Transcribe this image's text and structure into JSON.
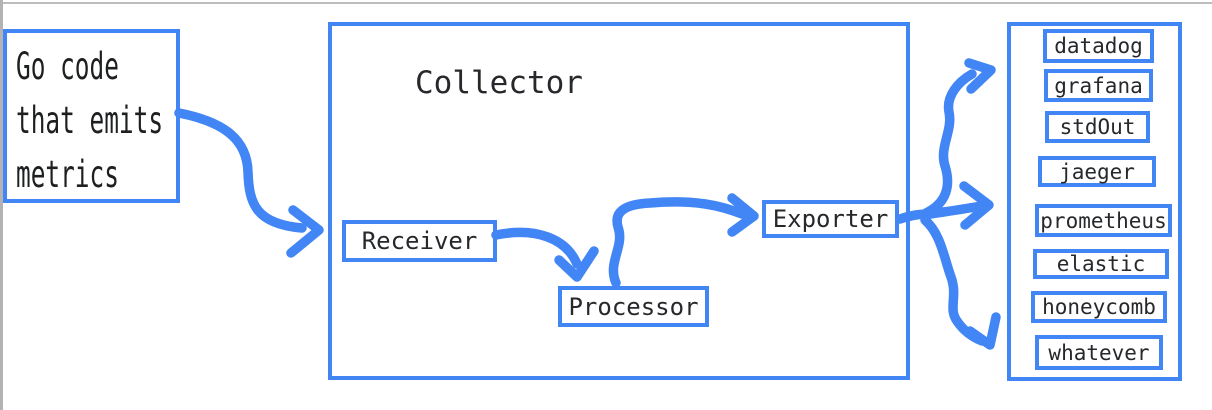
{
  "diagram": {
    "source_box": {
      "lines": [
        "Go code",
        "that emits",
        "metrics"
      ]
    },
    "collector": {
      "title": "Collector",
      "stages": [
        "Receiver",
        "Processor",
        "Exporter"
      ]
    },
    "destinations": [
      "datadog",
      "grafana",
      "stdOut",
      "jaeger",
      "prometheus",
      "elastic",
      "honeycomb",
      "whatever"
    ]
  },
  "colors": {
    "accent_blue": "#4285f4",
    "text_dark": "#26282b",
    "chrome_gray": "#b3b3b3",
    "background": "#ffffff"
  }
}
